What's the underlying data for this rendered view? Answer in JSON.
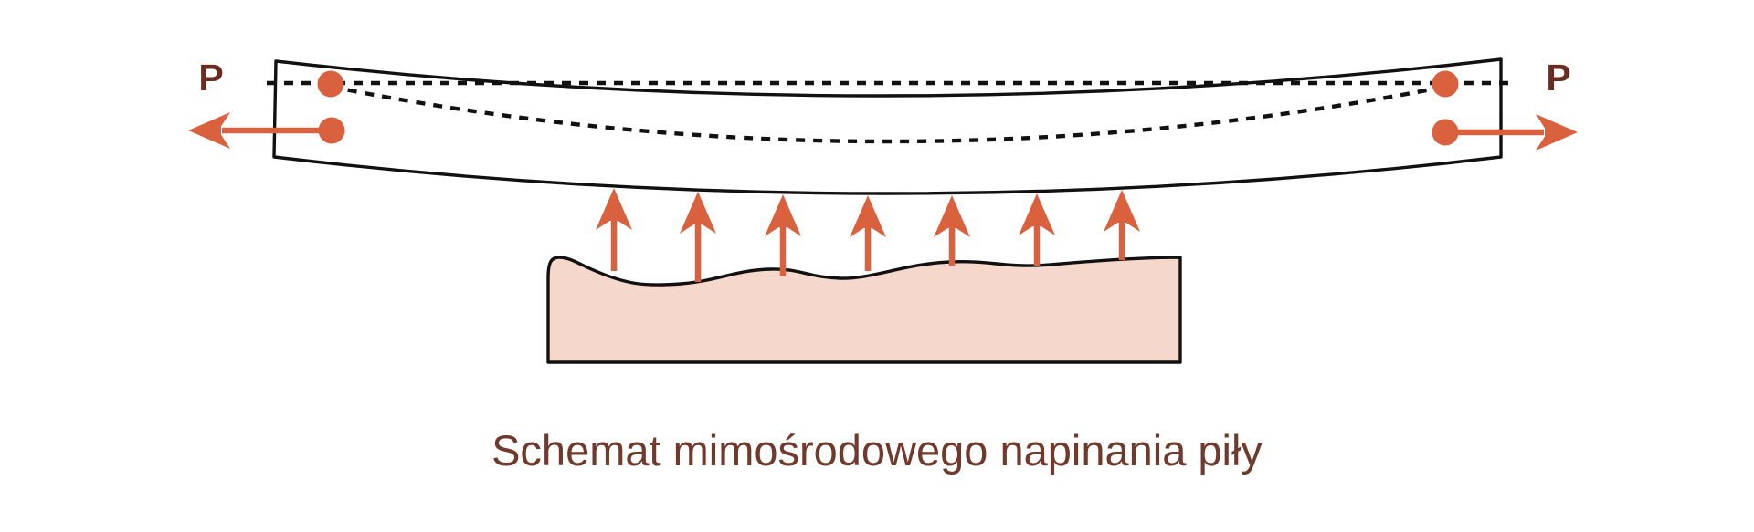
{
  "caption": "Schemat mimośrodowego napinania piły",
  "force_labels": {
    "left": "P",
    "right": "P"
  },
  "colors": {
    "accent_orange": "#d9613e",
    "material_pink": "#f6d7cb",
    "outline_black": "#111111",
    "force_label_brown": "#692c20",
    "caption_brown": "#6f392b",
    "background": "#ffffff"
  },
  "diagram": {
    "description": "Saw blade band sagging in the middle, pulled outward by eccentric forces P at both ends; 7 upward reaction arrows from workpiece material below",
    "upward_arrow_count": 7,
    "end_force_count": 2
  }
}
